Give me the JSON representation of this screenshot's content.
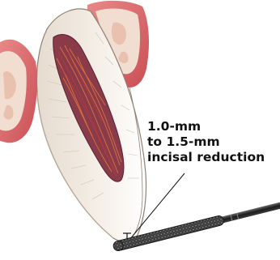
{
  "annotation": {
    "lines": [
      "1.0-mm",
      "to 1.5-mm",
      "incisal reduction"
    ]
  },
  "colors": {
    "gingiva": "#d96a6a",
    "bone": "#f1ded0",
    "dentin": "#d9cbbd",
    "enamel": "#f3efe8",
    "pulp": "#8a3b4a",
    "bur_shank": "#2a2a2a"
  },
  "icons": [
    "diamond-bur",
    "tooth-crown",
    "pulp-chamber",
    "dimension-marker"
  ]
}
